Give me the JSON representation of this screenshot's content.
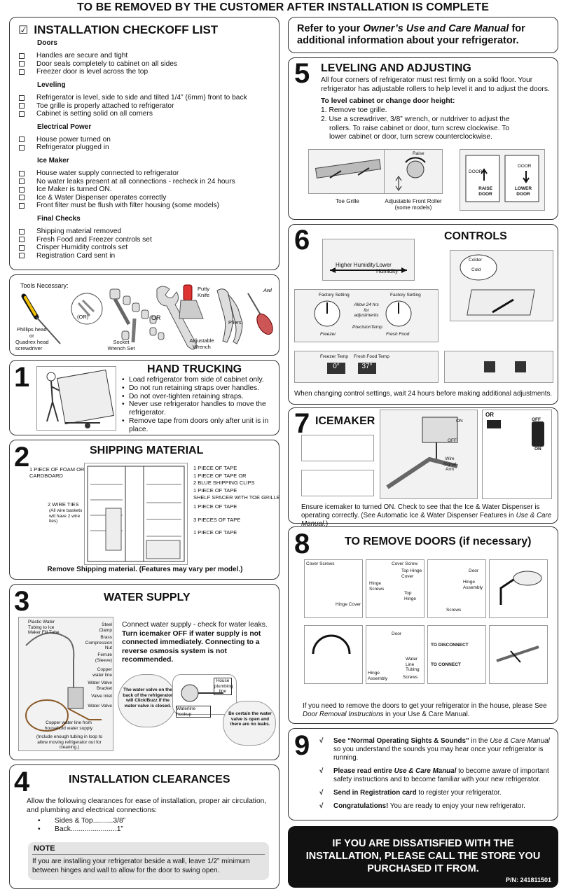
{
  "banner": "TO BE REMOVED BY THE CUSTOMER AFTER INSTALLATION IS COMPLETE",
  "checklist": {
    "check_mark": "☑",
    "title": "INSTALLATION CHECKOFF LIST",
    "groups": [
      {
        "heading": "Doors",
        "items": [
          "Handles are secure and tight",
          "Door seals completely to cabinet on all sides",
          "Freezer door is level across the top"
        ]
      },
      {
        "heading": "Leveling",
        "items": [
          "Refrigerator is level, side to side and tilted 1/4” (6mm) front to back",
          "Toe grille is properly attached to refrigerator",
          "Cabinet is setting solid on all corners"
        ]
      },
      {
        "heading": "Electrical Power",
        "items": [
          "House power turned on",
          "Refrigerator plugged in"
        ]
      },
      {
        "heading": "Ice Maker",
        "items": [
          "House water supply connected to refrigerator",
          "No water leaks present at all connections - recheck in 24 hours",
          "Ice Maker is turned ON.",
          "Ice & Water Dispenser operates correctly",
          "Front filter must be flush with filter housing (some models)"
        ]
      },
      {
        "heading": "Final Checks",
        "items": [
          "Shipping material removed",
          "Fresh Food and Freezer controls set",
          "Crisper Humidity controls set",
          "Registration Card sent in"
        ]
      }
    ]
  },
  "tools": {
    "heading": "Tools Necessary:",
    "phillips": "Phillips head",
    "or": "or",
    "quadrex": "Quadrex head screwdriver",
    "or_small": "(OR)",
    "socket": "Socket Wrench Set",
    "or_big": "OR",
    "adjustable": "Adjustable Wrench",
    "putty": "Putty Knife",
    "pliers": "Pliers",
    "awl": "Awl"
  },
  "sec1": {
    "num": "1",
    "title": "HAND TRUCKING",
    "items": [
      "Load refrigerator from side of cabinet only.",
      "Do not run retaining straps over handles.",
      "Do not over-tighten retaining straps.",
      "Never use refrigerator handles to move the refrigerator.",
      "Remove tape from doors only after unit is in place."
    ]
  },
  "sec2": {
    "num": "2",
    "title": "SHIPPING MATERIAL",
    "foam": "1 PIECE OF FOAM OR CARDBOARD",
    "wire_ties": "2 WIRE TIES",
    "wire_ties_note": "(All wire baskets will have 2 wire ties)",
    "right_labels": [
      "1 PIECE OF TAPE",
      "1 PIECE OF TAPE OR",
      "2 BLUE SHIPPING CLIPS",
      "1 PIECE OF TAPE",
      "SHELF SPACER WITH TOE GRILLE",
      "1 PIECE OF TAPE",
      "3 PIECES OF TAPE",
      "1 PIECE OF TAPE"
    ],
    "footer": "Remove Shipping material. (Features may vary per model.)"
  },
  "sec3": {
    "num": "3",
    "title": "WATER SUPPLY",
    "text_normal": "Connect water supply - check for water leaks.",
    "text_bold": "Turn icemaker OFF if water supply is not connected immediately. Connecting to a reverse osmosis system is not recommended.",
    "labels": [
      "Plastic Water Tubing to Ice Maker Fill Tube",
      "Steel Clamp",
      "Brass Compression Nut",
      "Ferrule (Sleeve)",
      "Copper water line",
      "Water Valve Bracket",
      "Valve Inlet",
      "Water Valve"
    ],
    "copper_line": "Copper water line from household water supply",
    "loop_note": "(Include enough tubing in loop to allow moving refrigerator out for cleaning.)",
    "bubble_left": "The water valve on the back of the refrigerator will Click/Buzz if the water valve is closed.",
    "house_line": "House plumbing line",
    "waterline_hookup": "Waterline hookup",
    "bubble_right": "Be certain the water valve is open and there are no leaks."
  },
  "sec4": {
    "num": "4",
    "title": "INSTALLATION CLEARANCES",
    "intro": "Allow the following clearances for ease of installation, proper air circulation, and plumbing and electrical connections:",
    "items": [
      "Sides & Top..........3/8”",
      "Back.......................1”"
    ],
    "note_title": "NOTE",
    "note_text": "If you are installing your refrigerator beside a wall, leave 1/2” minimum between hinges and wall to allow for the door to swing open."
  },
  "refer": {
    "text1": "Refer to your ",
    "italic": "Owner’s Use and Care Manual",
    "text2": " for additional information about your refrigerator."
  },
  "sec5": {
    "num": "5",
    "title": "LEVELING AND ADJUSTING",
    "intro": "All four corners of refrigerator must rest firmly on a solid floor. Your refrigerator has adjustable rollers to help level it and to adjust the doors.",
    "subhead": "To level cabinet or change door height:",
    "steps": [
      "1. Remove toe grille.",
      "2. Use a screwdriver, 3/8” wrench, or nutdriver to adjust the rollers. To raise cabinet or door, turn screw clockwise. To lower cabinet or door, turn screw counterclockwise."
    ],
    "cap_toe": "Toe Grille",
    "cap_roller": "Adjustable Front Roller (some models)",
    "raise": "Raise",
    "door": "DOOR",
    "raise_door": "RAISE DOOR",
    "lower_door": "LOWER DOOR"
  },
  "sec6": {
    "num": "6",
    "title": "CONTROLS",
    "higher": "Higher Humidity",
    "lower": "Lower Humidity",
    "colder": "Colder",
    "cold": "Cold",
    "freezer": "Freezer",
    "fresh_food": "Fresh Food",
    "precision": "PrecisionTemp",
    "freezer_temp": "Freezer Temp",
    "fresh_temp": "Fresh Food Temp",
    "d0": "0°",
    "d37": "37°",
    "wait24": "Allow 24 hrs for adjustments",
    "factory": "Factory Setting",
    "caption": "When changing control settings, wait 24 hours before making additional adjustments."
  },
  "sec7": {
    "num": "7",
    "title": "ICEMAKER",
    "on": "ON",
    "off": "OFF",
    "or": "OR",
    "wire_arm": "Wire Signal Arm",
    "caption1": "Ensure icemaker to turned ON. Check to see that the Ice & Water Dispenser is operating correctly. (See Automatic Ice & Water Dispenser Features in ",
    "caption_italic": "Use & Care Manual",
    "caption2": ".)"
  },
  "sec8": {
    "num": "8",
    "title": "TO REMOVE DOORS (if necessary)",
    "labels": [
      "Cover Screws",
      "Hinge Cover",
      "Cover Screw",
      "Top Hinge Cover",
      "Hinge Screws",
      "Top Hinge",
      "Door",
      "Hinge Assembly",
      "Screws",
      "Door",
      "Water Line Tubing",
      "Hinge Assembly",
      "Screws",
      "TO DISCONNECT",
      "TO CONNECT"
    ],
    "caption1": "If you need to remove the doors to get your refrigerator in the house, please See ",
    "caption_italic": "Door Removal Instructions",
    "caption2": " in your Use & Care Manual."
  },
  "sec9": {
    "num": "9",
    "check": "√",
    "items": [
      {
        "bold": "See “Normal Operating Sights & Sounds”",
        "mid": " in the ",
        "italic": "Use & Care Manual",
        "rest": " so you understand the sounds you may hear once your refrigerator is running."
      },
      {
        "bold": "Please read entire ",
        "italic_bold": "Use & Care Manual",
        "rest": " to become aware of important safety instructions and to become familiar with your new refrigerator."
      },
      {
        "bold": "Send in Registration card",
        "rest": " to register your refrigerator."
      },
      {
        "bold": "Congratulations!",
        "rest": " You are ready to enjoy your new refrigerator."
      }
    ]
  },
  "footer": {
    "text": "IF YOU ARE DISSATISFIED WITH THE INSTALLATION, PLEASE CALL THE STORE YOU PURCHASED IT FROM.",
    "pn": "P/N: 241811501"
  }
}
